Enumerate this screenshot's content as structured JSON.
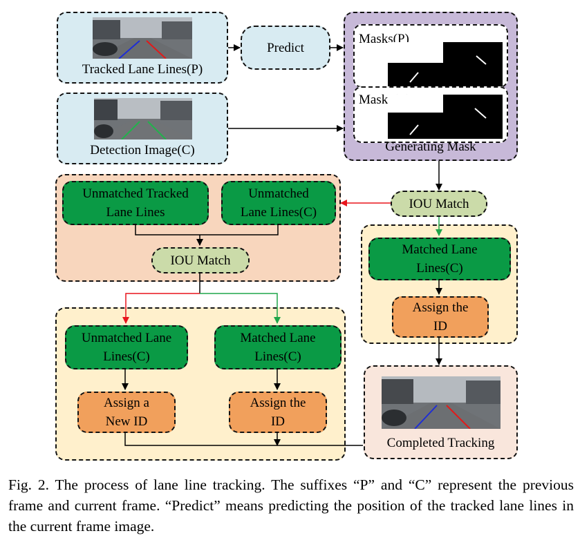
{
  "diagram": {
    "tracked_lane_lines": "Tracked Lane Lines(P)",
    "predict": "Predict",
    "detection_image": "Detection Image(C)",
    "masks_p": "Masks(P)",
    "masks_c": "Masks(C)",
    "generating_mask": "Generating Mask",
    "iou_match_right": "IOU Match",
    "unmatched_tracked_line1": "Unmatched Tracked",
    "unmatched_tracked_line2": "Lane Lines",
    "unmatched_c_top_line1": "Unmatched",
    "unmatched_c_top_line2": "Lane Lines(C)",
    "iou_match_left": "IOU Match",
    "matched_right_line1": "Matched Lane",
    "matched_right_line2": "Lines(C)",
    "assign_id_right_line1": "Assign the",
    "assign_id_right_line2": "ID",
    "unmatched_bottom_line1": "Unmatched Lane",
    "unmatched_bottom_line2": "Lines(C)",
    "matched_bottom_line1": "Matched Lane",
    "matched_bottom_line2": "Lines(C)",
    "assign_new_line1": "Assign a",
    "assign_new_line2": "New ID",
    "assign_id_bottom_line1": "Assign the",
    "assign_id_bottom_line2": "ID",
    "completed_tracking": "Completed Tracking"
  },
  "colors": {
    "arrow_red": "#e8141c",
    "arrow_green": "#1fa54a",
    "arrow_black": "#000000",
    "node_green": "#0a9a45",
    "node_orange": "#f1a05c",
    "node_olive": "#cbdba9"
  },
  "caption": "Fig. 2. The process of lane line tracking. The suffixes “P” and “C” represent the previous frame and current frame. “Predict” means predicting the position of the tracked lane lines in the current frame image."
}
